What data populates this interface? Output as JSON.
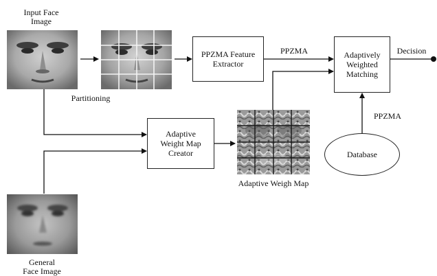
{
  "labels": {
    "input_face": "Input Face\nImage",
    "partitioning": "Partitioning",
    "general_face": "General\nFace Image",
    "adaptive_weigh_map": "Adaptive Weigh Map",
    "ppzma_top": "PPZMA",
    "ppzma_db": "PPZMA",
    "decision": "Decision"
  },
  "boxes": {
    "feature_extractor": "PPZMA Feature\nExtractor",
    "weight_map_creator": "Adaptive\nWeight Map\nCreator",
    "matching": "Adaptively\nWeighted\nMatching",
    "database": "Database"
  },
  "icons": {
    "input_face": "face-photo-icon",
    "partitioned_face": "partitioned-face-icon",
    "weight_map": "weight-map-texture-icon",
    "general_face": "average-face-icon"
  }
}
